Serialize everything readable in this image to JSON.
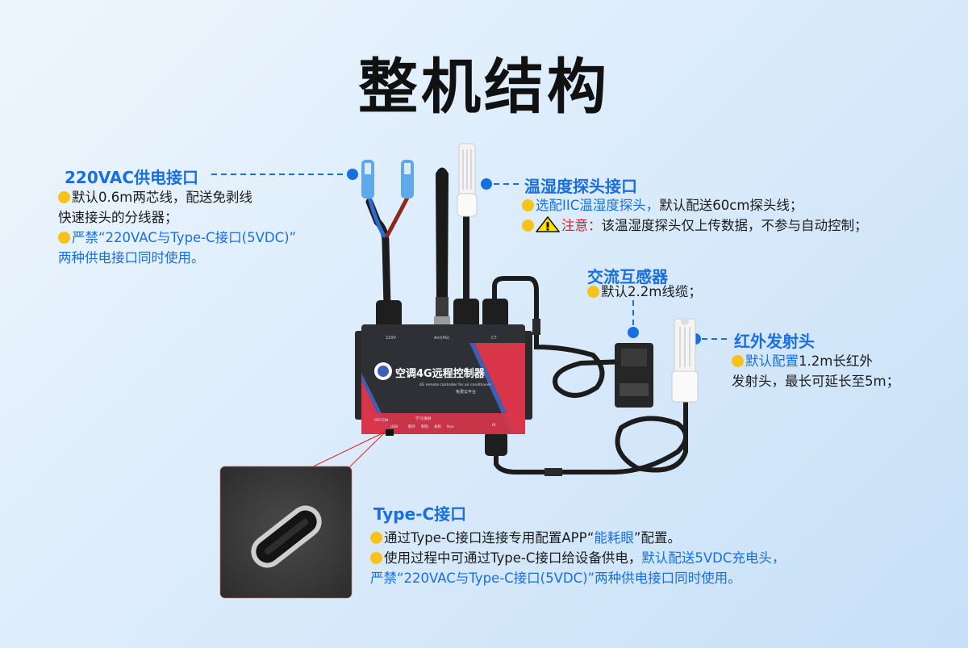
{
  "title": "整机结构",
  "colors": {
    "accent_blue": "#1a6fe0",
    "bullet_yellow": "#f7c21a",
    "warning_red": "#e8141e",
    "device_red": "#d9354a"
  },
  "power": {
    "heading": "220VAC供电接口",
    "line1": "默认0.6m两芯线，配送免剥线",
    "line2": "快速接头的分线器；",
    "line3": "严禁“220VAC与Type-C接口(5VDC)”",
    "line4": "两种供电接口同时使用。"
  },
  "probe": {
    "heading": "温湿度探头接口",
    "line1_blue": "选配IIC温湿度探头，",
    "line1_rest": "默认配送60cm探头线；",
    "warn_label": "注意：",
    "warn_text": "该温湿度探头仅上传数据，不参与自动控制；"
  },
  "ct": {
    "heading": "交流互感器",
    "line1": "默认2.2m线缆；"
  },
  "ir": {
    "heading": "红外发射头",
    "line1_blue": "默认配置",
    "line1_rest": "1.2m长红外",
    "line2": "发射头，最长可延长至5m；"
  },
  "typec": {
    "heading": "Type-C接口",
    "line1_a": "通过Type-C接口连接专用配置APP“",
    "line1_blue": "能耗眼",
    "line1_b": "”配置。",
    "line2_a": "使用过程中可通过Type-C接口给设备供电，",
    "line2_blue": "默认配送5VDC充电头，",
    "line3": "严禁“220VAC与Type-C接口(5VDC)”两种供电接口同时使用。"
  },
  "device": {
    "name": "空调4G远程控制器",
    "subtitle": "4G remote controller for air conditioner",
    "cloud": "免费云平台",
    "port_power": "220V",
    "port_ant": "Ant(4G)",
    "port_ct": "CT",
    "switch": "OFF/ON",
    "usb": "USB",
    "learn": "学习/发射",
    "cool": "制冷",
    "heat": "制热",
    "off": "关机",
    "run": "Run",
    "ir": "IR"
  }
}
